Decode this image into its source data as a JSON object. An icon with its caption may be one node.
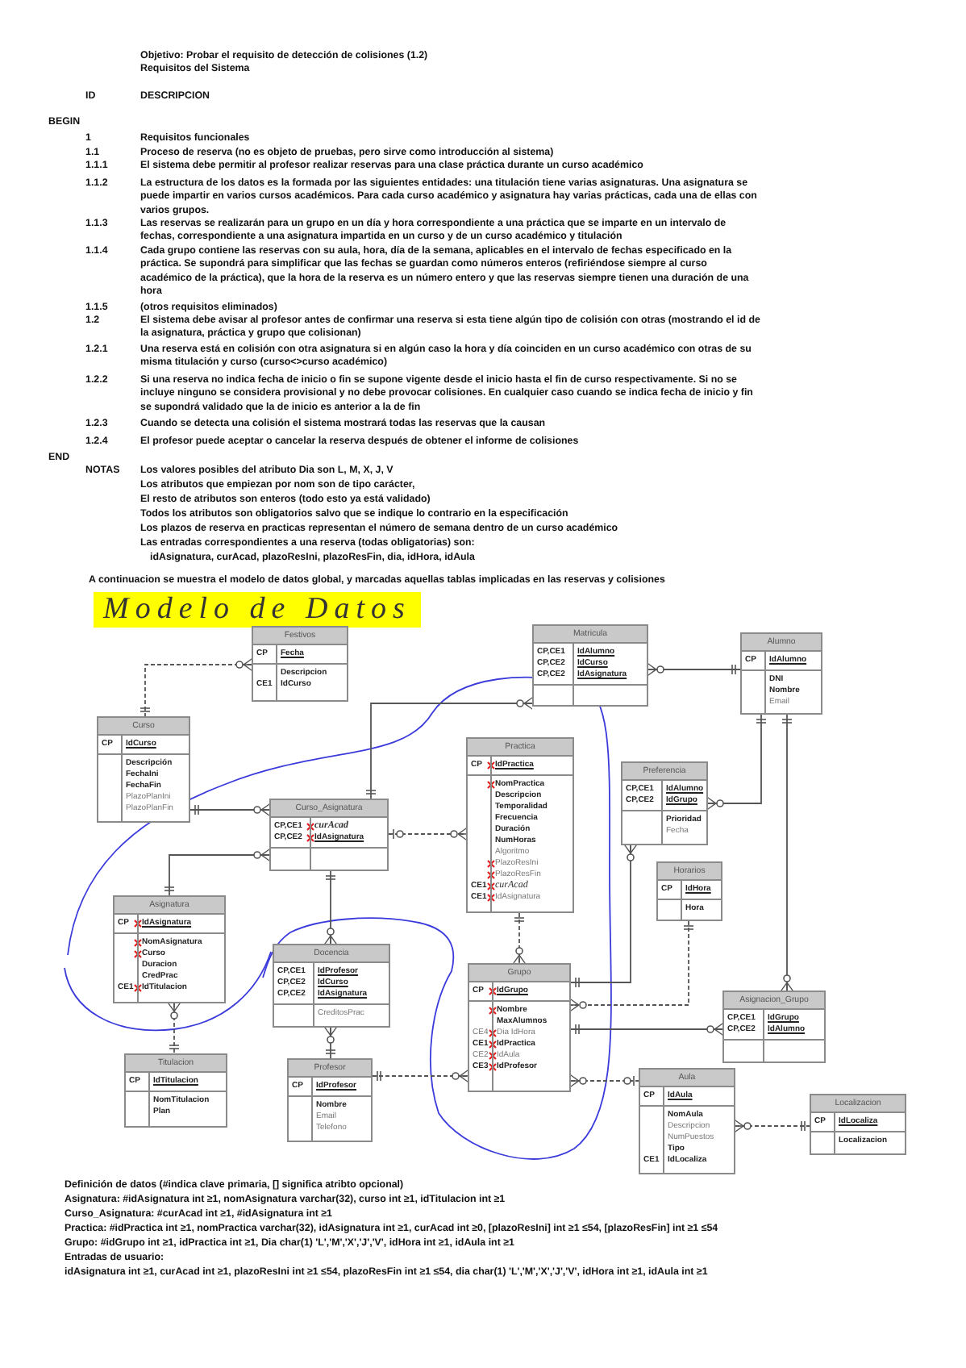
{
  "diagram": {
    "nodes": [
      {
        "text": [
          "Festivos",
          "CP",
          "Fecha",
          "CE1",
          "Descripcion IdCurso"
        ]
      },
      {
        "text": [
          "Matricula",
          "CP,CE1 CP,CE2 CP,CE2",
          "IdAlumno IdCurso IdAsignatura"
        ]
      },
      {
        "text": [
          "Alumno",
          "CP",
          "IdAlumno",
          "**DNI** **Nombre** Email"
        ]
      },
      {
        "text": [
          "Curso",
          "CP",
          "IdCurso",
          "**Descripción** **FechaIni** **FechaFin** PlazoPlanIni PlazoPlanFin"
        ]
      },
      {
        "text": [
          "Practica",
          "CP",
          "IdPractica",
          "CE1 CE1",
          "**NomPractica** **Descripcion** **Temporalidad** **Frecuencia** **Duración** **NumHoras** Algoritmo PlazoResIni PlazoResFin *curAcad* IdAsignatura"
        ]
      },
      {
        "text": [
          "Preferencia",
          "CP,CE1 CP,CE2",
          "IdAlumno IdGrupo",
          "**Prioridad** Fecha"
        ]
      },
      {
        "text": [
          "Curso_Asignatura",
          "CP,CE1 CP,CE2",
          "*curAcad* IdAsignatura"
        ]
      },
      {
        "text": [
          "Horarios",
          "CP",
          "IdHora",
          "Hora"
        ]
      },
      {
        "text": [
          "Asignatura",
          "CP",
          "IdAsignatura",
          "CE1",
          "NomAsignatura Curso Duracion CredPrac IdTitulacion"
        ]
      },
      {
        "text": [
          "Docencia",
          "CP,CE1 CP,CE2 CP,CE2",
          "IdProfesor IdCurso IdAsignatura",
          "CreditosPrac"
        ]
      },
      {
        "text": [
          "Grupo",
          "CP",
          "IdGrupo",
          "CE4 **CE1** CE2 **CE3**",
          "**Nombre** **MaxAlumnos** Dia IdHora **IdPractica** IdAula **IdProfesor**"
        ]
      },
      {
        "text": [
          "Asignacion_Grupo",
          "CP,CE1 CP,CE2",
          "IdGrupo IdAlumno"
        ]
      },
      {
        "text": [
          "Titulacion",
          "CP",
          "IdTitulacion",
          "NomTitulacion Plan"
        ]
      },
      {
        "text": [
          "Profesor",
          "CP",
          "IdProfesor",
          "**Nombre** Email Telefono"
        ]
      },
      {
        "text": [
          "Aula",
          "CP",
          "IdAula",
          "CE1",
          "**NomAula** Descripcion NumPuestos **Tipo** **IdLocaliza**"
        ]
      },
      {
        "text": [
          "Localizacion",
          "CP",
          "IdLocaliza",
          "Localizacion"
        ]
      }
    ],
    "edges": [
      {
        "from": 0,
        "to": 3,
        "arrow": "other",
        "style": "dashed"
      },
      {
        "from": 1,
        "to": 6,
        "arrow": "other"
      },
      {
        "from": 1,
        "to": 2,
        "arrow": "other"
      },
      {
        "from": 3,
        "to": 6,
        "arrow": "other"
      },
      {
        "from": 6,
        "to": 4,
        "arrow": "other",
        "style": "dashed"
      },
      {
        "from": 6,
        "to": 8,
        "arrow": "other"
      },
      {
        "from": 6,
        "to": 9,
        "arrow": "other"
      },
      {
        "from": 2,
        "to": 5,
        "arrow": "other"
      },
      {
        "from": 2,
        "to": 11,
        "arrow": "other"
      },
      {
        "from": 5,
        "to": 10,
        "arrow": "other"
      },
      {
        "from": 7,
        "to": 10,
        "arrow": "other",
        "style": "dashed"
      },
      {
        "from": 10,
        "to": 11,
        "arrow": "other"
      },
      {
        "from": 4,
        "to": 10,
        "arrow": "other",
        "style": "dashed"
      },
      {
        "from": 8,
        "to": 12,
        "arrow": "other",
        "style": "dashed"
      },
      {
        "from": 9,
        "to": 13,
        "arrow": "other"
      },
      {
        "from": 13,
        "to": 10,
        "arrow": "other",
        "style": "dashed"
      },
      {
        "from": 10,
        "to": 14,
        "arrow": "other",
        "style": "dashed"
      },
      {
        "from": 14,
        "to": 15,
        "arrow": "other",
        "style": "dashed"
      }
    ],
    "labels": [
      "Objetivo: Probar el requisito de detección de colisiones (1.2)",
      "Requisitos del Sistema",
      "ID",
      "DESCRIPCION",
      "BEGIN",
      "1",
      "Requisitos funcionales",
      "1.1",
      "Proceso de reserva (no es objeto de pruebas, pero sirve como introducción al sistema)",
      "1.1.1",
      "El sistema debe permitir al profesor realizar reservas para una clase práctica durante un curso académico",
      "1.1.2",
      "La estructura de los datos es la formada por las siguientes entidades: una titulación tiene varias asignaturas. Una asignatura se puede impartir en varios cursos académicos. Para cada curso académico y asignatura hay varias prácticas, cada una de ellas con varios grupos.",
      "1.1.3",
      "Las reservas se realizarán para un grupo en un día y hora correspondiente a una práctica que se imparte en un intervalo de fechas, correspondiente a una asignatura impartida en un curso y de un curso académico y titulación",
      "1.1.4",
      "Cada grupo contiene las reservas con su aula, hora, día de la semana, aplicables en el intervalo de fechas especificado en la práctica. Se supondrá para simplificar que las fechas se guardan como números enteros (refiriéndose siempre al curso académico de la práctica), que la hora de la reserva es un número entero y que las reservas siempre tienen una duración de una hora",
      "1.1.5",
      "(otros requisitos eliminados)",
      "1.2",
      "El sistema debe avisar al profesor antes de confirmar una reserva si esta tiene algún tipo de colisión con otras (mostrando el id de la asignatura, práctica y grupo que colisionan)",
      "1.2.1",
      "Una reserva está en colisión con otra asignatura si en algún caso la hora y día coinciden en un curso académico con otras de su misma titulación y curso (curso<>curso académico)",
      "1.2.2",
      "Si una reserva no indica fecha de inicio o fin se supone vigente desde el inicio hasta el fin de curso respectivamente. Si no se incluye ninguno se considera provisional y no debe provocar colisiones. En cualquier caso cuando se indica fecha de inicio y fin se supondrá validado que la de inicio es anterior a la de fin",
      "1.2.3",
      "Cuando se detecta una colisión el sistema mostrará todas las reservas que la causan",
      "1.2.4",
      "El profesor puede aceptar o cancelar la reserva después de obtener el informe de colisiones",
      "END",
      "NOTAS",
      "Los valores posibles del atributo Dia son L, M, X, J, V",
      "Los atributos que empiezan por nom son de tipo carácter,",
      "El resto de atributos son enteros (todo esto ya está validado)",
      "Todos los atributos son obligatorios salvo que se indique lo contrario en la especificación",
      "Los plazos de reserva en practicas representan el número de semana dentro de un curso académico",
      "Las entradas correspondientes a una reserva (todas obligatorias) son:",
      "idAsignatura, curAcad, plazoResIni, plazoResFin, dia, idHora, idAula",
      "A continuacion se muestra el modelo de datos global, y marcadas aquellas tablas implicadas en las reservas y colisiones",
      "Modelo de Datos",
      "Definición de datos (#indica clave primaria, [] significa atribto opcional)",
      "**Asignatura:** #idAsignatura int ≥1, nomAsignatura varchar(32), curso int ≥1, idTitulacion int ≥1",
      "**Curso_Asignatura:** #curAcad int ≥1, #idAsignatura int ≥1",
      "**Practica:** #idPractica int ≥1, nomPractica varchar(32), idAsignatura int ≥1, curAcad int ≥0, [plazoResIni] int ≥1 ≤54, [plazoResFin] int ≥1 ≤54",
      "**Grupo:** #idGrupo int ≥1, idPractica int ≥1, Dia char(1) 'L','M','X','J','V', idHora int ≥1, idAula int ≥1",
      "Entradas de usuario:",
      "idAsignatura int ≥1, curAcad int ≥1, plazoResIni int ≥1 ≤54, plazoResFin int ≥1 ≤54, dia char(1) 'L','M','X','J','V', idHora int ≥1, idAula int ≥1"
    ]
  }
}
